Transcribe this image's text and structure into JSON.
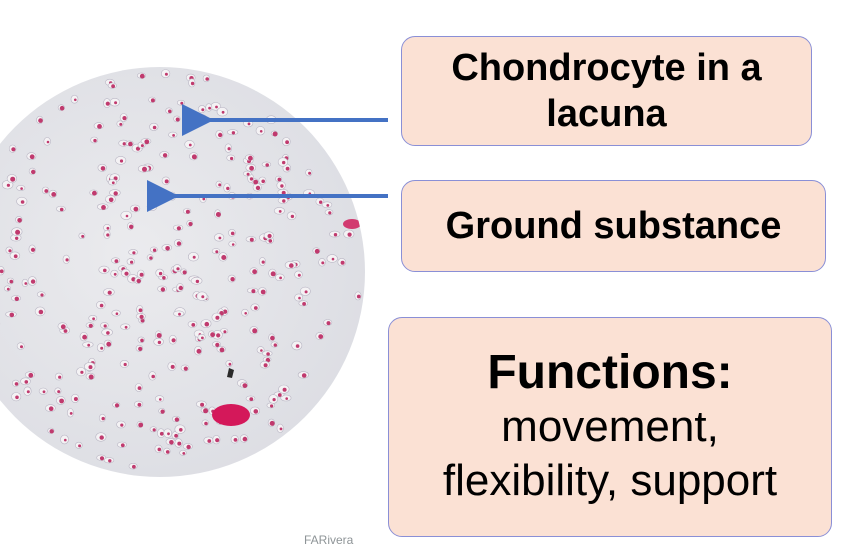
{
  "labels": {
    "chondrocyte": "Chondrocyte in a lacuna",
    "ground_substance": "Ground substance"
  },
  "functions": {
    "title": "Functions:",
    "line1": "movement,",
    "line2": "flexibility, support"
  },
  "credit": "FARivera",
  "colors": {
    "label_fill": "#fbe1d4",
    "label_border": "#8a8fd6",
    "arrow": "#4472c4",
    "matrix": "#e7e7ea",
    "cell_stain": "#c03a6e"
  }
}
